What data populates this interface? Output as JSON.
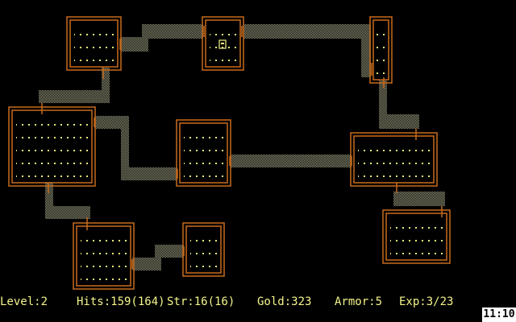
{
  "game": {
    "title": "Rogue",
    "colors": {
      "wall": "#c76a1c",
      "floor": "#e8e87a",
      "corridor": "#8f8f70",
      "player": "#f4f48a",
      "status_text": "#f4f48a",
      "background": "#000000"
    },
    "player_glyph": "☺"
  },
  "status": {
    "level": "Level:2",
    "hits": "Hits:159(164)",
    "str": "Str:16(16)",
    "gold": "Gold:323",
    "armor": "Armor:5",
    "exp": "Exp:3/23"
  },
  "clock": {
    "time": "11:10"
  }
}
